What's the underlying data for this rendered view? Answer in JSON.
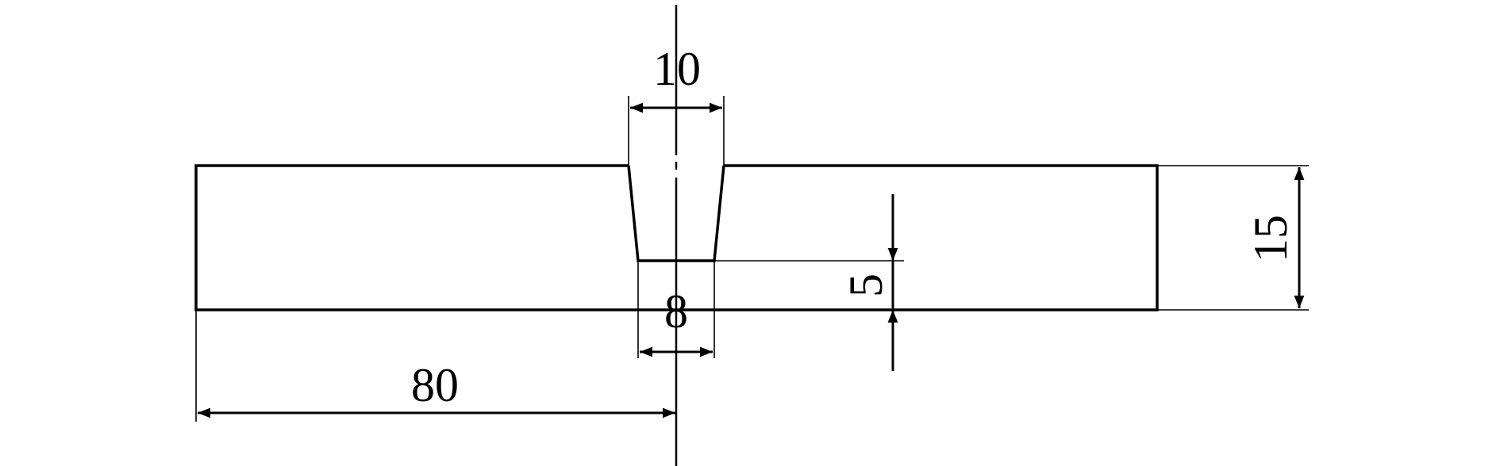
{
  "drawing": {
    "type": "V-groove butt weld plate cross-section",
    "dimensions": {
      "groove_top_width": "10",
      "groove_bottom_width": "8",
      "plate_half_length": "80",
      "root_height": "5",
      "plate_thickness": "15"
    },
    "colors": {
      "line": "#000000",
      "background": "#ffffff"
    }
  }
}
